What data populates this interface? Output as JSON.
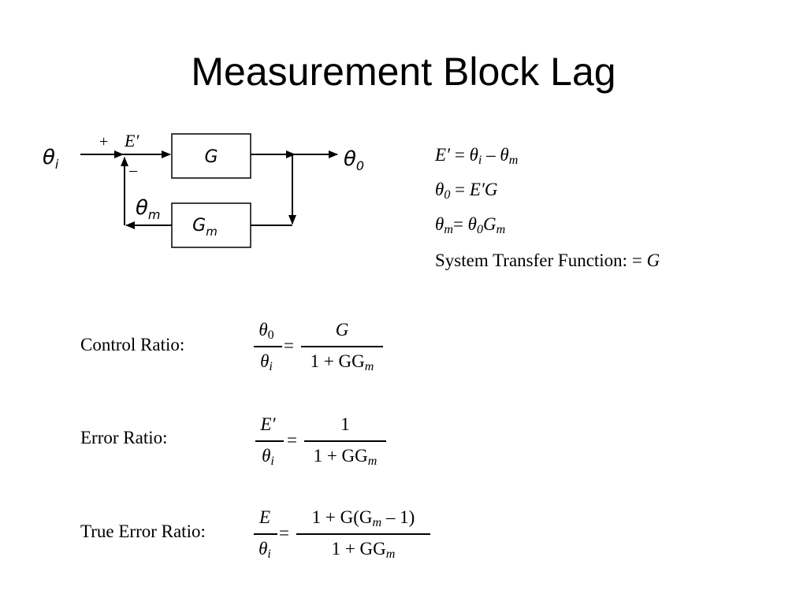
{
  "slide": {
    "title": "Measurement Block Lag"
  },
  "diagram": {
    "input": "θ",
    "input_sub": "i",
    "output": "θ",
    "output_sub": "0",
    "plus": "+",
    "minus": "–",
    "error": "E′",
    "feedback": "θ",
    "feedback_sub": "m",
    "block_forward": "G",
    "block_feedback": "G",
    "block_feedback_sub": "m"
  },
  "equations": {
    "line1": {
      "lhs": "E′",
      "rhs_a": "θ",
      "rhs_a_sub": "i",
      "op": " – ",
      "rhs_b": "θ",
      "rhs_b_sub": "m"
    },
    "line2": {
      "lhs": "θ",
      "lhs_sub": "0",
      "rhs": "E′G"
    },
    "line3": {
      "lhs": "θ",
      "lhs_sub": "m",
      "rhs_a": "θ",
      "rhs_a_sub": "0",
      "rhs_b": "G",
      "rhs_b_sub": "m"
    },
    "transfer_label": "System Transfer Function:",
    "transfer_value": "G"
  },
  "ratios": {
    "control": {
      "label": "Control Ratio:",
      "num_left": "θ",
      "num_left_sub": "0",
      "den_left": "θ",
      "den_left_sub": "i",
      "num_right": "G",
      "den_right": "1 + GG",
      "den_right_sub": "m"
    },
    "error": {
      "label": "Error Ratio:",
      "num_left": "E′",
      "den_left": "θ",
      "den_left_sub": "i",
      "num_right": "1",
      "den_right": "1 + GG",
      "den_right_sub": "m"
    },
    "true_error": {
      "label": "True Error Ratio:",
      "num_left": "E",
      "den_left": "θ",
      "den_left_sub": "i",
      "num_right_a": "1 + G(G",
      "num_right_sub": "m",
      "num_right_b": " – 1)",
      "den_right": "1 + GG",
      "den_right_sub": "m"
    },
    "equals": "="
  }
}
